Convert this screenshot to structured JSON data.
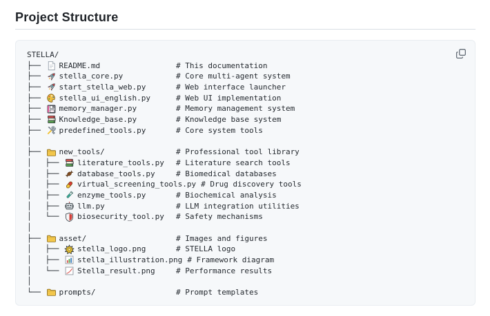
{
  "page": {
    "title": "Project Structure"
  },
  "colors": {
    "code_background": "#f6f8fa",
    "text": "#24292f",
    "border": "#d8dee4",
    "folder_yellow": "#f2c64b",
    "accent_red": "#da3b3b"
  },
  "code_block": {
    "copy_button_icon": "copy-icon",
    "rows": [
      {
        "prefix": "STELLA/",
        "icon": null,
        "name": "",
        "comment": ""
      },
      {
        "prefix": "├── ",
        "icon": "page",
        "name": "README.md",
        "comment": "# This documentation"
      },
      {
        "prefix": "├── ",
        "icon": "rocket",
        "name": "stella_core.py",
        "comment": "# Core multi-agent system"
      },
      {
        "prefix": "├── ",
        "icon": "rocket",
        "name": "start_stella_web.py",
        "comment": "# Web interface launcher"
      },
      {
        "prefix": "├── ",
        "icon": "palette",
        "name": "stella_ui_english.py",
        "comment": "# Web UI implementation"
      },
      {
        "prefix": "├── ",
        "icon": "floppy-disk",
        "name": "memory_manager.py",
        "comment": "# Memory management system"
      },
      {
        "prefix": "├── ",
        "icon": "books",
        "name": "Knowledge_base.py",
        "comment": "# Knowledge base system"
      },
      {
        "prefix": "├── ",
        "icon": "hammer-wrench",
        "name": "predefined_tools.py",
        "comment": "# Core system tools"
      },
      {
        "prefix": "│",
        "icon": null,
        "name": "",
        "comment": ""
      },
      {
        "prefix": "├── ",
        "icon": "folder",
        "name": "new_tools/",
        "comment": "# Professional tool library"
      },
      {
        "prefix": "│   ├── ",
        "icon": "books",
        "name": "literature_tools.py",
        "comment": "# Literature search tools"
      },
      {
        "prefix": "│   ├── ",
        "icon": "dna",
        "name": "database_tools.py",
        "comment": "# Biomedical databases"
      },
      {
        "prefix": "│   ├── ",
        "icon": "pill",
        "name": "virtual_screening_tools.py",
        "comment": "# Drug discovery tools"
      },
      {
        "prefix": "│   ├── ",
        "icon": "test-tube",
        "name": "enzyme_tools.py",
        "comment": "# Biochemical analysis"
      },
      {
        "prefix": "│   ├── ",
        "icon": "robot",
        "name": "llm.py",
        "comment": "# LLM integration utilities"
      },
      {
        "prefix": "│   └── ",
        "icon": "shield",
        "name": "biosecurity_tool.py",
        "comment": "# Safety mechanisms"
      },
      {
        "prefix": "│",
        "icon": null,
        "name": "",
        "comment": ""
      },
      {
        "prefix": "├── ",
        "icon": "folder",
        "name": "asset/",
        "comment": "# Images and figures"
      },
      {
        "prefix": "│   ├── ",
        "icon": "star",
        "name": "stella_logo.png",
        "comment": "# STELLA logo"
      },
      {
        "prefix": "│   ├── ",
        "icon": "bar-chart",
        "name": "stella_illustration.png",
        "comment": "# Framework diagram"
      },
      {
        "prefix": "│   └── ",
        "icon": "line-chart",
        "name": "Stella_result.png",
        "comment": "# Performance results"
      },
      {
        "prefix": "│",
        "icon": null,
        "name": "",
        "comment": ""
      },
      {
        "prefix": "└── ",
        "icon": "folder",
        "name": "prompts/",
        "comment": "# Prompt templates"
      }
    ]
  }
}
